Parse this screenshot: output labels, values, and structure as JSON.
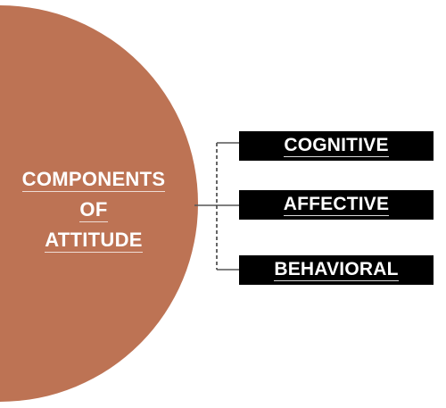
{
  "colors": {
    "half_circle": "#bd7354",
    "connector": "#555555",
    "node_bg": "#000000",
    "text": "#ffffff"
  },
  "center": {
    "line1": "COMPONENTS",
    "line2": "OF",
    "line3": "ATTITUDE"
  },
  "nodes": [
    {
      "label": "COGNITIVE"
    },
    {
      "label": "AFFECTIVE"
    },
    {
      "label": "BEHAVIORAL"
    }
  ]
}
